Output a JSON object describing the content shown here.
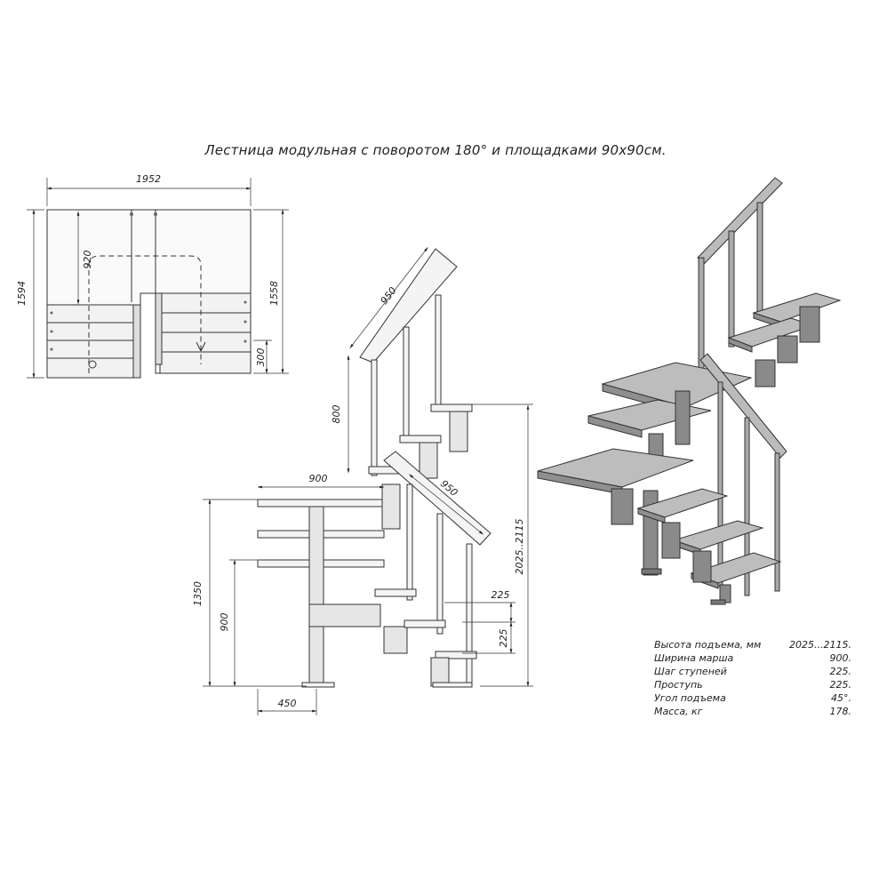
{
  "title": "Лестница модульная с поворотом 180° и площадками 90х90см.",
  "plan_view": {
    "dim_width": "1952",
    "dim_height_total": "1594",
    "dim_height_right": "1558",
    "dim_inner": "920",
    "dim_step": "300"
  },
  "side_view": {
    "dim_rail_upper": "950",
    "dim_rail_lower": "950",
    "dim_post": "800",
    "dim_landing": "900",
    "dim_total_height": "2025..2115",
    "dim_step_rise": "225",
    "dim_step_going": "225",
    "dim_landing_height": "1350",
    "dim_first_height": "900",
    "dim_offset": "450"
  },
  "specs": [
    {
      "label": "Высота подъема, мм",
      "value": "2025...2115."
    },
    {
      "label": "Ширина марша",
      "value": "900."
    },
    {
      "label": "Шаг ступеней",
      "value": "225."
    },
    {
      "label": "Проступь",
      "value": "225."
    },
    {
      "label": "Угол подъема",
      "value": "45°."
    },
    {
      "label": "Масса, кг",
      "value": "178."
    }
  ]
}
